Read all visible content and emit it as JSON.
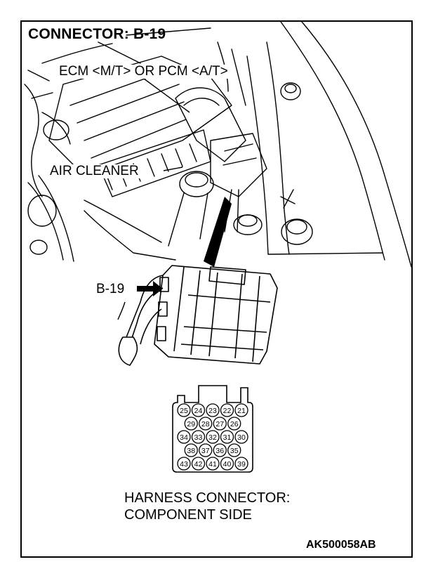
{
  "title": "CONNECTOR: B-19",
  "labels": {
    "ecm": "ECM <M/T> OR PCM <A/T>",
    "air_cleaner": "AIR CLEANER",
    "b19": "B-19"
  },
  "connector": {
    "rows": [
      [
        "25",
        "24",
        "23",
        "22",
        "21"
      ],
      [
        "29",
        "28",
        "27",
        "26"
      ],
      [
        "34",
        "33",
        "32",
        "31",
        "30"
      ],
      [
        "38",
        "37",
        "36",
        "35"
      ],
      [
        "43",
        "42",
        "41",
        "40",
        "39"
      ]
    ]
  },
  "harness_line1": "HARNESS CONNECTOR:",
  "harness_line2": "COMPONENT SIDE",
  "figure_code": "AK500058AB"
}
